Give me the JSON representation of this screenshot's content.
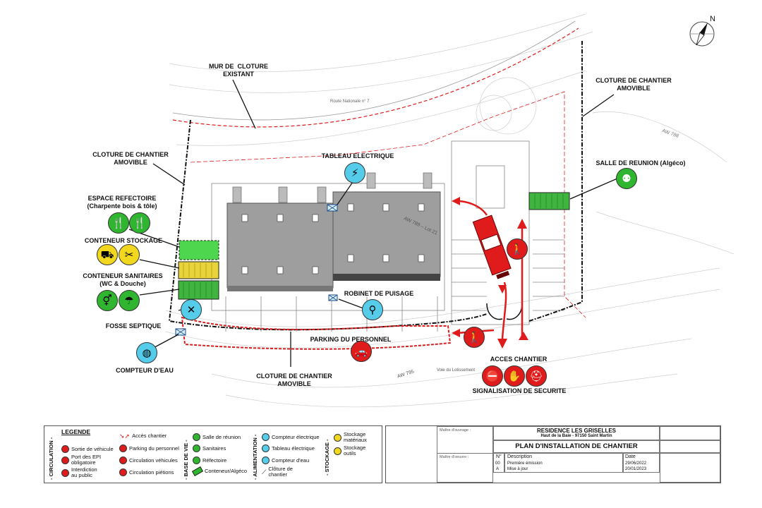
{
  "colors": {
    "red": "#e01b1b",
    "green": "#2fb52f",
    "yellow": "#f1d71d",
    "blue": "#55cdea",
    "container_green": "#4ed64e",
    "container_yellow": "#e8d43a",
    "building": "#9e9e9e"
  },
  "north": "N",
  "plan_labels": {
    "mur_cloture": "MUR DE  CLOTURE\nEXISTANT",
    "route": "Route Nationale n° 7",
    "cloture_left": "CLOTURE DE CHANTIER\nAMOVIBLE",
    "cloture_right": "CLOTURE DE CHANTIER\nAMOVIBLE",
    "cloture_bottom": "CLOTURE DE CHANTIER\nAMOVIBLE",
    "tableau": "TABLEAU ELECTRIQUE",
    "salle": "SALLE DE REUNION (Algéco)",
    "aw788": "AW 788",
    "aw789": "AW 789 – Lot 21",
    "aw795": "AW 795",
    "voie": "Voie du Lotissement",
    "refectoire": "ESPACE REFECTOIRE\n(Charpente bois & tôle)",
    "stockage": "CONTENEUR STOCKAGE",
    "sanitaires": "CONTENEUR SANITAIRES\n(WC & Douche)",
    "fosse": "FOSSE SEPTIQUE",
    "compteur": "COMPTEUR D'EAU",
    "robinet": "ROBINET DE PUISAGE",
    "parking": "PARKING DU PERSONNEL",
    "acces": "ACCES CHANTIER",
    "signalisation": "SIGNALISATION DE SECURITE"
  },
  "icons": {
    "tableau": "electric-panel-icon",
    "salle": "meeting-room-icon",
    "refectoire": "cutlery-icon",
    "stockage_materiaux": "forklift-icon",
    "stockage_outils": "tools-icon",
    "wc": "wc-icon",
    "douche": "shower-icon",
    "fosse": "septic-icon",
    "compteur": "water-meter-icon",
    "robinet": "tap-icon",
    "parking": "car-icon",
    "pieton": "pedestrian-icon",
    "interdiction": "no-entry-icon",
    "epi": "ppe-icon",
    "sortie": "vehicle-exit-icon"
  },
  "legend": {
    "title": "LEGENDE",
    "circulation_head": "- CIRCULATION -",
    "base_vie_head": "- BASE DE VIE -",
    "alimentation_head": "- ALIMENTATION -",
    "stockage_head": "- STOCKAGE -",
    "col1": [
      "Sortie de véhicule",
      "Port des EPI\nobligatoire",
      "Interdiction\nau public"
    ],
    "col2": [
      "Accès chantier",
      "Parking du personnel",
      "Circulation véhicules",
      "Circulation piétions"
    ],
    "col3": [
      "Salle de réunion",
      "Sanitaires",
      "Réfectoire",
      "Conteneur/Algéco"
    ],
    "col4": [
      "Compteur électrique",
      "Tableau électrique",
      "Compteur d'eau",
      "Clôture de\nchantier"
    ],
    "col5": [
      "Stockage\nmatériaux",
      "Stockage\noutils"
    ]
  },
  "cartouche": {
    "moa_label": "Maître d'ouvrage :",
    "moe_label": "Maître d'oeuvre :",
    "project": "RESIDENCE LES GRISELLES",
    "address": "Haut de la Baie - 97150 Saint Martin",
    "title": "PLAN D'INSTALLATION DE CHANTIER",
    "col_no": "N°",
    "col_desc": "Description",
    "col_date": "Date",
    "rows": [
      {
        "no": "00",
        "desc": "Première émission",
        "date": "29/06/2022"
      },
      {
        "no": "A",
        "desc": "Mise à jour",
        "date": "20/01/2023"
      }
    ]
  }
}
